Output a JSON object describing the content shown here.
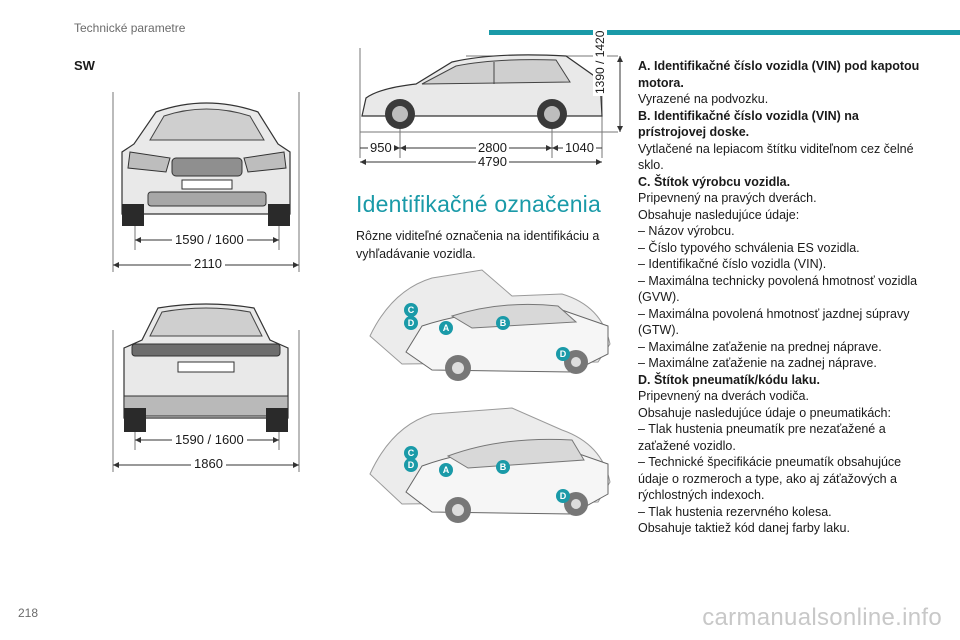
{
  "header": {
    "title": "Technické parametre"
  },
  "page": {
    "number": "218",
    "watermark": "carmanualsonline.info"
  },
  "section_label": "SW",
  "dimensions": {
    "front_track": "1590 / 1600",
    "front_width": "2110",
    "rear_track": "1590 / 1600",
    "rear_width": "1860",
    "side_front_overhang": "950",
    "side_wheelbase": "2800",
    "side_rear_overhang": "1040",
    "side_length": "4790",
    "side_height": "1390 / 1420"
  },
  "identification": {
    "heading": "Identifikačné označenia",
    "intro": "Rôzne viditeľné označenia na identifikáciu a vyhľadávanie vozidla.",
    "callouts": [
      "A",
      "B",
      "C",
      "D"
    ]
  },
  "colors": {
    "accent": "#1a9aa8"
  },
  "right_column": [
    {
      "bold": true,
      "text": "A. Identifikačné číslo vozidla (VIN) pod kapotou motora."
    },
    {
      "bold": false,
      "text": "Vyrazené na podvozku."
    },
    {
      "bold": true,
      "text": "B. Identifikačné číslo vozidla (VIN) na prístrojovej doske."
    },
    {
      "bold": false,
      "text": "Vytlačené na lepiacom štítku viditeľnom cez čelné sklo."
    },
    {
      "bold": true,
      "text": "C. Štítok výrobcu vozidla."
    },
    {
      "bold": false,
      "text": "Pripevnený na pravých dverách."
    },
    {
      "bold": false,
      "text": "Obsahuje nasledujúce údaje:"
    },
    {
      "bold": false,
      "text": "–  Názov výrobcu."
    },
    {
      "bold": false,
      "text": "–  Číslo typového schválenia ES vozidla."
    },
    {
      "bold": false,
      "text": "–  Identifikačné číslo vozidla (VIN)."
    },
    {
      "bold": false,
      "text": "–  Maximálna technicky povolená hmotnosť vozidla (GVW)."
    },
    {
      "bold": false,
      "text": "–  Maximálna povolená hmotnosť jazdnej súpravy (GTW)."
    },
    {
      "bold": false,
      "text": "–  Maximálne zaťaženie na prednej náprave."
    },
    {
      "bold": false,
      "text": "–  Maximálne zaťaženie na zadnej náprave."
    },
    {
      "bold": true,
      "text": "D. Štítok pneumatík/kódu laku."
    },
    {
      "bold": false,
      "text": "Pripevnený na dverách vodiča."
    },
    {
      "bold": false,
      "text": "Obsahuje nasledujúce údaje o pneumatikách:"
    },
    {
      "bold": false,
      "text": "–  Tlak hustenia pneumatík pre nezaťažené a zaťažené vozidlo."
    },
    {
      "bold": false,
      "text": "–  Technické špecifikácie pneumatík obsahujúce údaje o rozmeroch a type, ako aj záťažových a rýchlostných indexoch."
    },
    {
      "bold": false,
      "text": "–  Tlak hustenia rezervného kolesa."
    },
    {
      "bold": false,
      "text": "Obsahuje taktiež kód danej farby laku."
    }
  ]
}
